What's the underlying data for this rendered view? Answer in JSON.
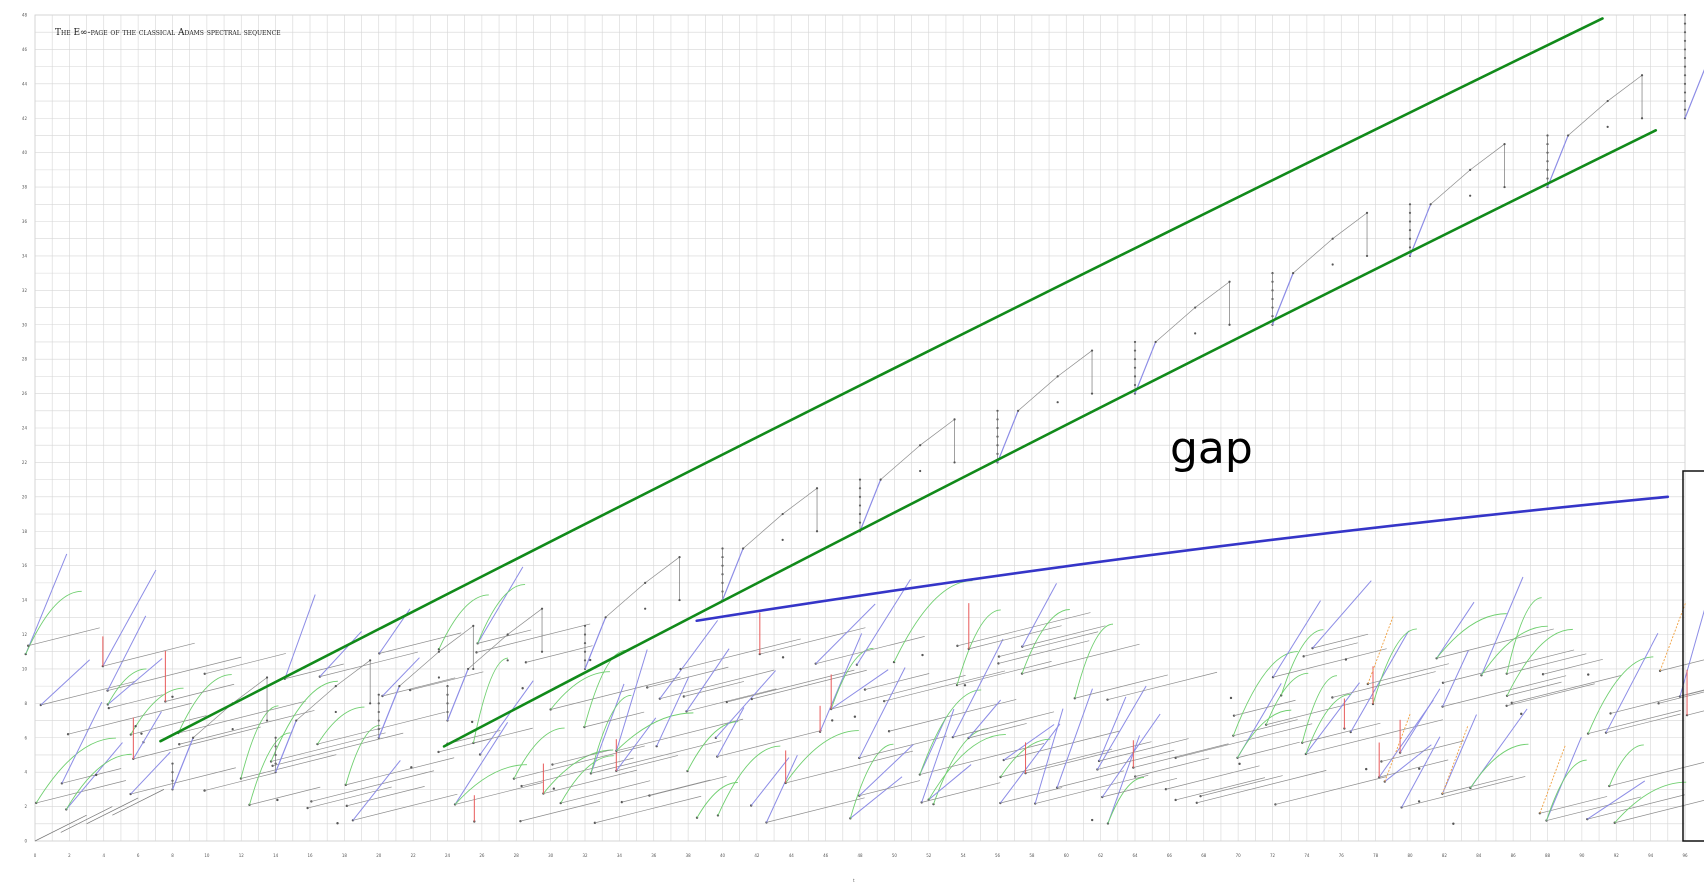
{
  "chart_data": {
    "type": "scatter",
    "title": "The E∞-page of the classical Adams spectral sequence",
    "xlabel": "t",
    "ylabel": "",
    "xlim": [
      0,
      96
    ],
    "ylim": [
      0,
      48
    ],
    "x_ticks": [
      0,
      2,
      4,
      6,
      8,
      10,
      12,
      14,
      16,
      18,
      20,
      22,
      24,
      26,
      28,
      30,
      32,
      34,
      36,
      38,
      40,
      42,
      44,
      46,
      48,
      50,
      52,
      54,
      56,
      58,
      60,
      62,
      64,
      66,
      68,
      70,
      72,
      74,
      76,
      78,
      80,
      82,
      84,
      86,
      88,
      90,
      92,
      94,
      96
    ],
    "y_ticks": [
      0,
      2,
      4,
      6,
      8,
      10,
      12,
      14,
      16,
      18,
      20,
      22,
      24,
      26,
      28,
      30,
      32,
      34,
      36,
      38,
      40,
      42,
      44,
      46,
      48
    ],
    "grid": true,
    "annotations": [
      {
        "text": "gap"
      }
    ],
    "overlays": [
      {
        "name": "upper-band-line",
        "color": "#118a1a",
        "points": [
          [
            7.3,
            5.8
          ],
          [
            91.2,
            47.8
          ]
        ]
      },
      {
        "name": "lower-band-line",
        "color": "#118a1a",
        "points": [
          [
            23.8,
            5.5
          ],
          [
            94.3,
            41.3
          ]
        ]
      },
      {
        "name": "gap-boundary-line",
        "color": "#3535c8",
        "points": [
          [
            38.5,
            12.8
          ],
          [
            95,
            20
          ]
        ]
      }
    ],
    "colors": {
      "grid": "#d6d6d6",
      "differential_gray": "#8c8c8c",
      "h1_blue": "#8c8ce6",
      "extension_green": "#6fcf6f",
      "extension_red": "#e85a5a",
      "extension_orange": "#f0a040"
    }
  }
}
